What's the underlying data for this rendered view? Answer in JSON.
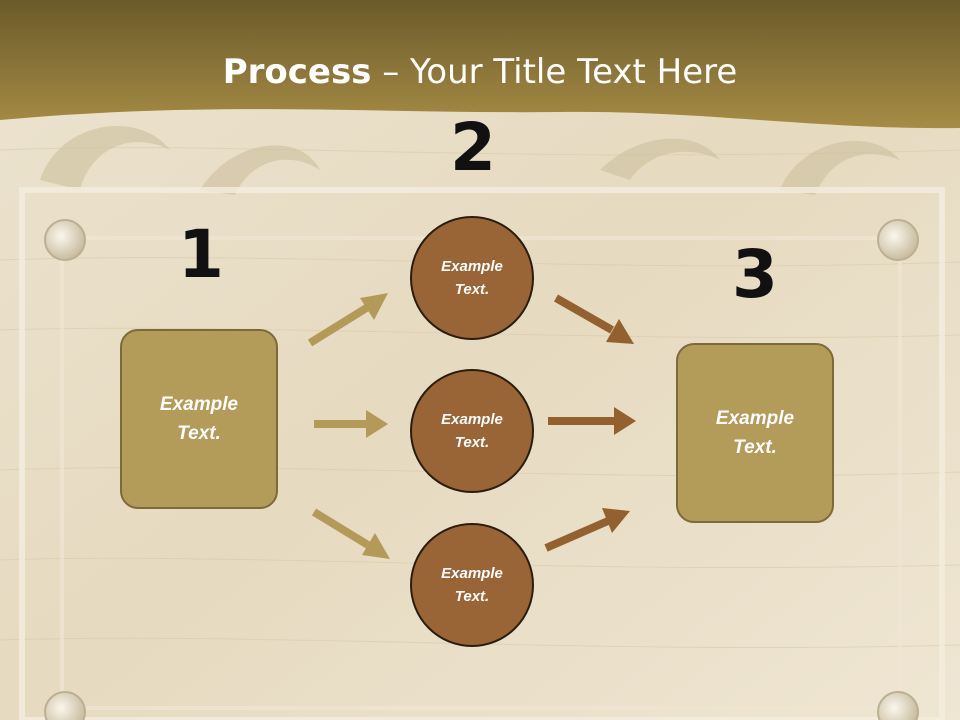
{
  "title": {
    "bold": "Process",
    "rest": " – Your Title Text Here"
  },
  "steps": {
    "one": "1",
    "two": "2",
    "three": "3"
  },
  "left_box": {
    "text": "Example\nText."
  },
  "right_box": {
    "text": "Example\nText."
  },
  "circles": [
    {
      "text": "Example\nText."
    },
    {
      "text": "Example\nText."
    },
    {
      "text": "Example\nText."
    }
  ],
  "colors": {
    "band": "#8f7a3c",
    "box": "#b39b5a",
    "circle": "#9a6536",
    "arrow_light": "#b49a58",
    "arrow_dark": "#93612f"
  }
}
